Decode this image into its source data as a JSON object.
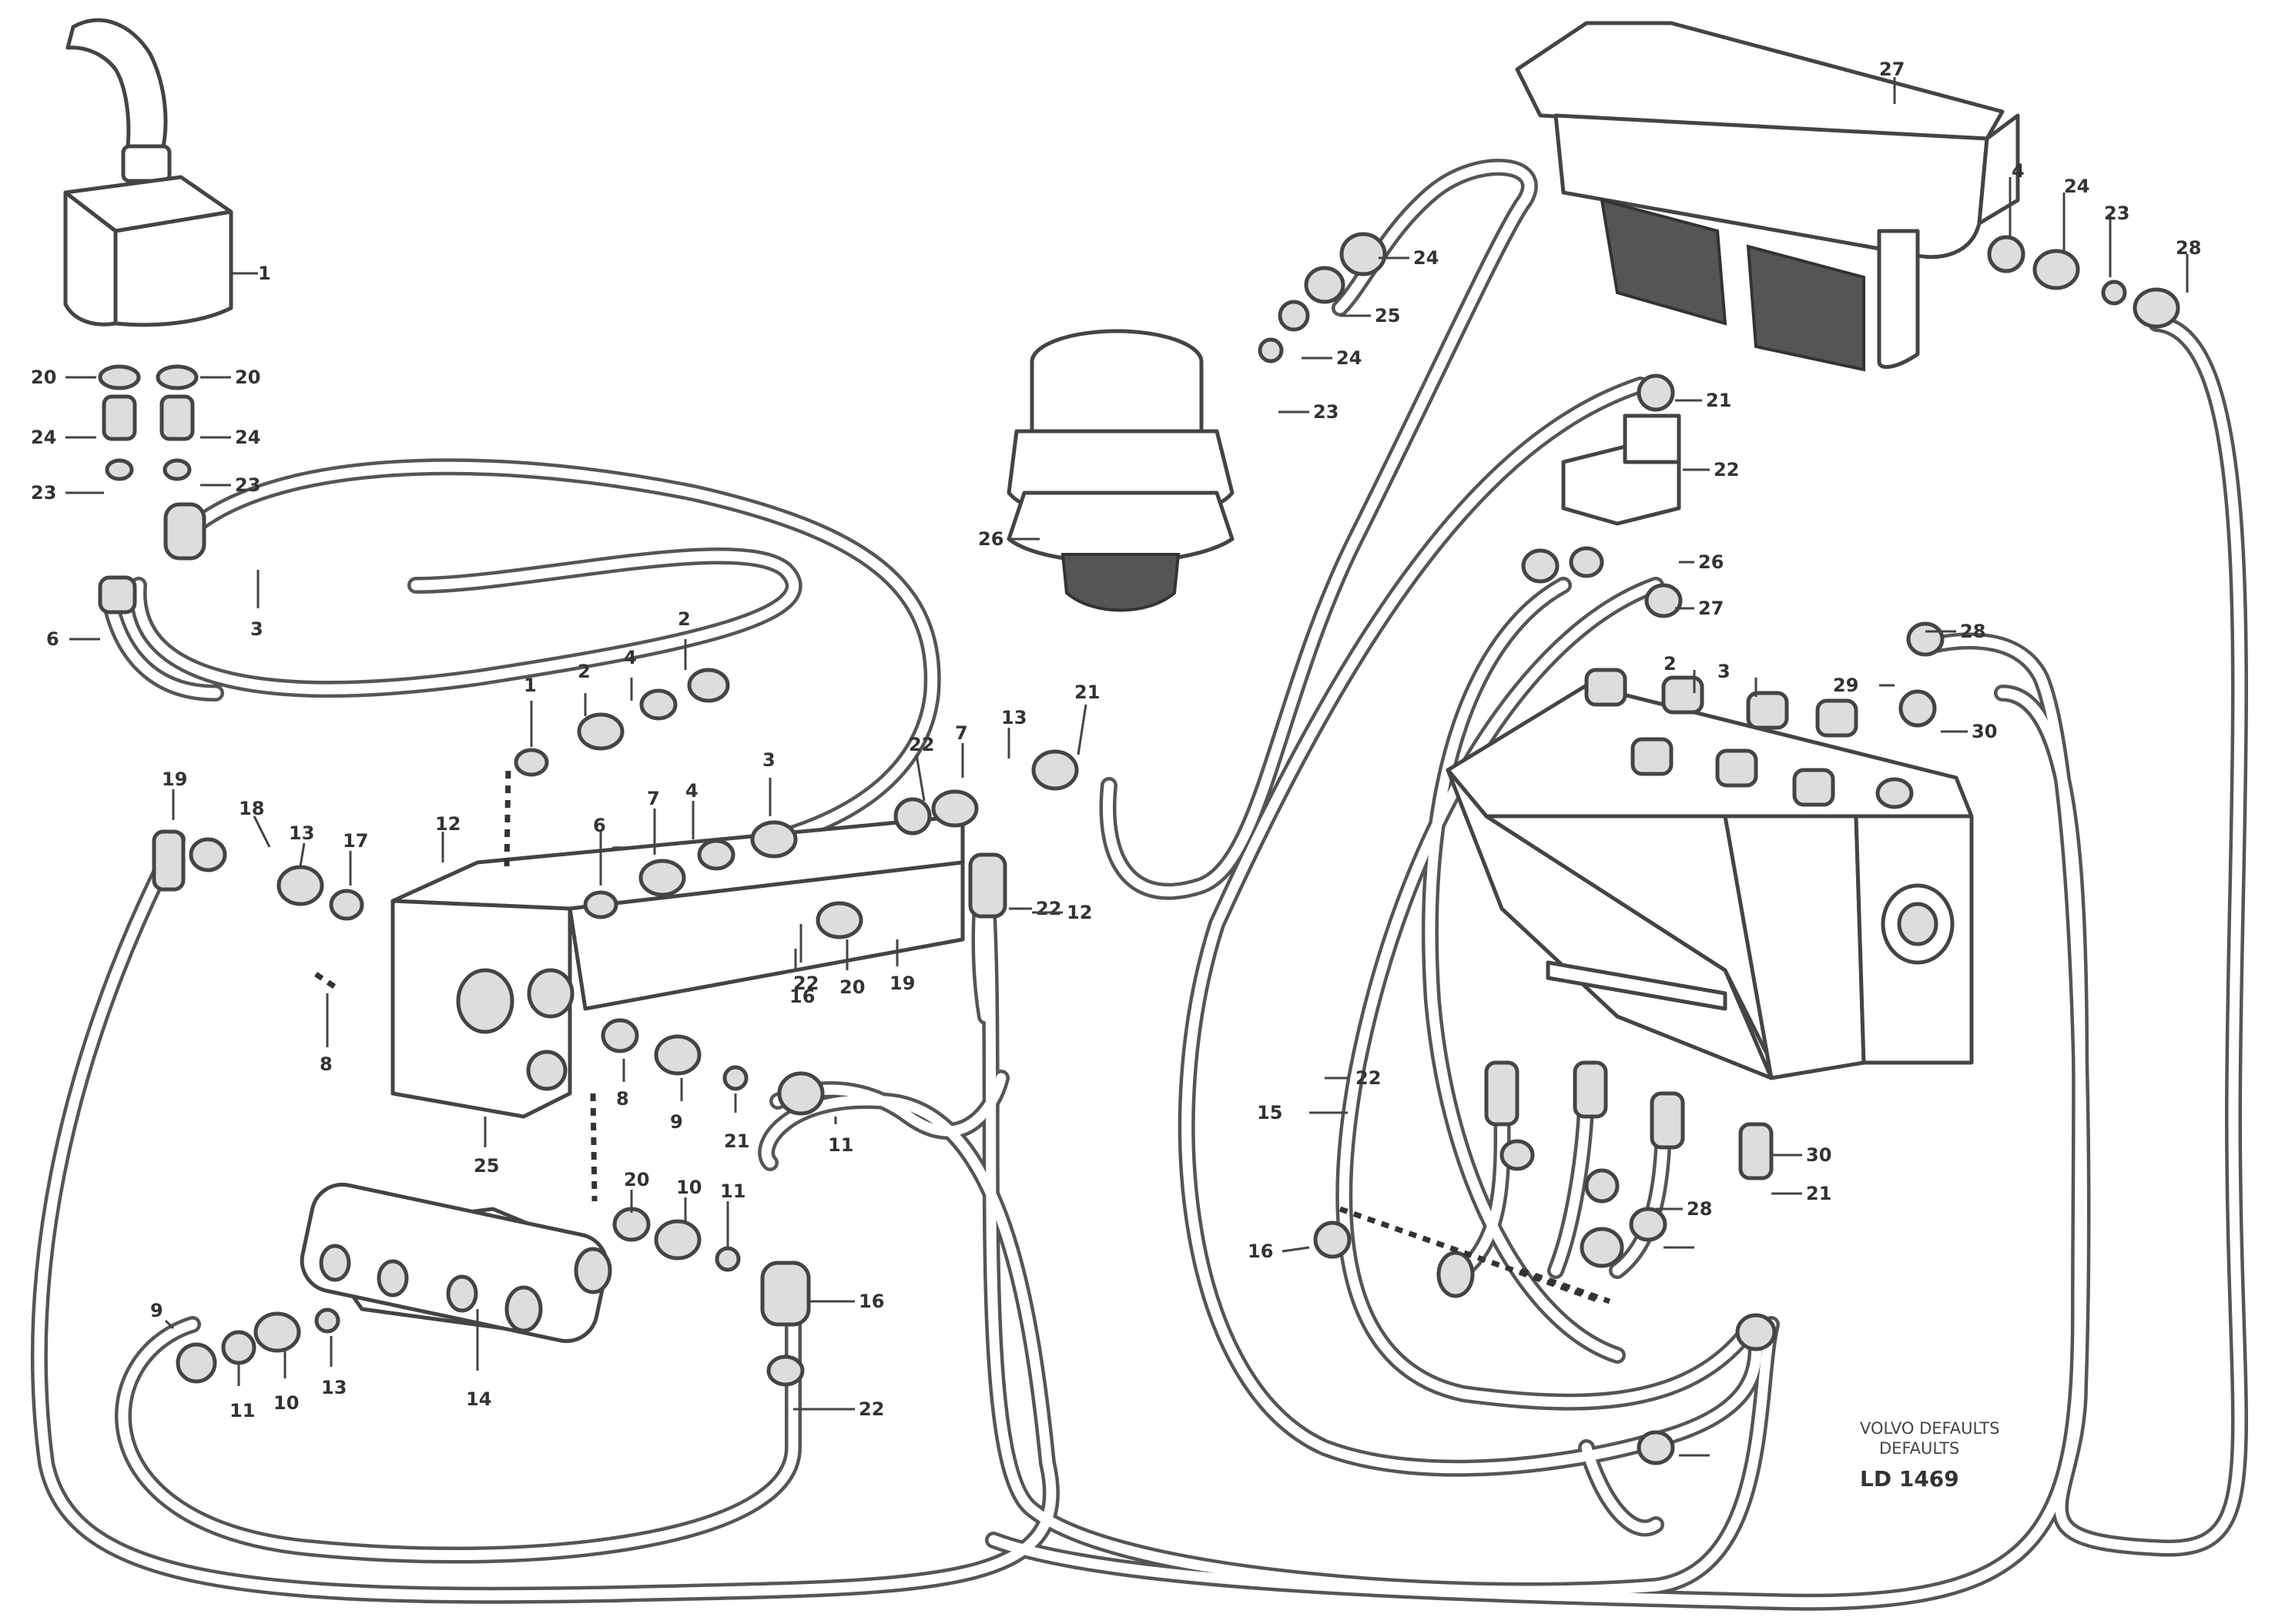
{
  "drawing": {
    "part_ref_line1": "VOLVO DEFAULTS",
    "part_ref_line2": "DEFAULTS",
    "drawing_number": "LD 1469"
  },
  "callouts": [
    "1",
    "20",
    "20",
    "24",
    "24",
    "23",
    "23",
    "3",
    "6",
    "2",
    "2",
    "4",
    "1",
    "3",
    "6",
    "7",
    "4",
    "19",
    "18",
    "17",
    "13",
    "12",
    "7",
    "13",
    "21",
    "22",
    "8",
    "22",
    "22",
    "25",
    "20",
    "19",
    "16",
    "8",
    "9",
    "21",
    "11",
    "12",
    "20",
    "10",
    "11",
    "16",
    "22",
    "14",
    "9",
    "11",
    "10",
    "13",
    "15",
    "16",
    "22",
    "26",
    "23",
    "24",
    "25",
    "24",
    "21",
    "22",
    "26",
    "27",
    "28",
    "29",
    "30",
    "2",
    "3",
    "4",
    "24",
    "23",
    "27",
    "28",
    "30",
    "21",
    "28"
  ]
}
